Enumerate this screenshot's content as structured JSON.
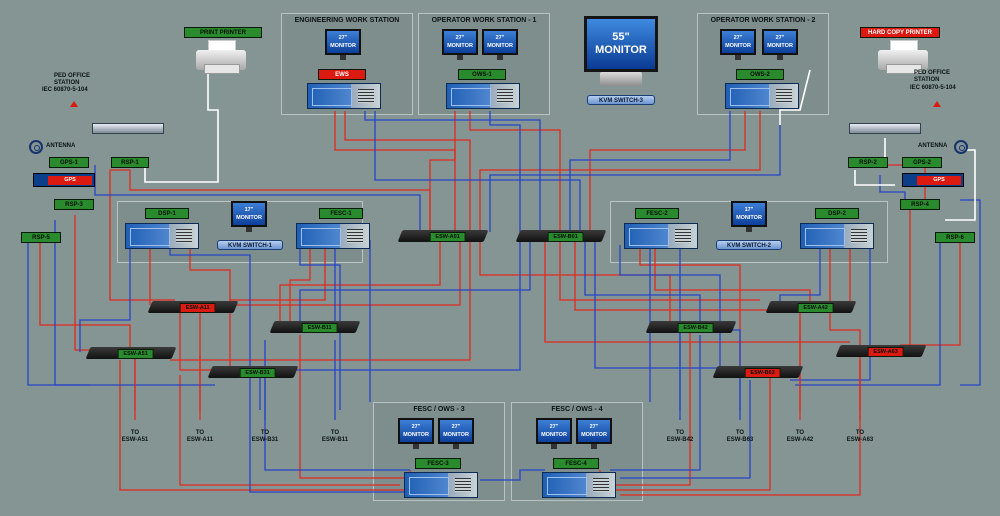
{
  "panels": {
    "ews": "ENGINEERING WORK STATION",
    "ows1": "OPERATOR WORK STATION - 1",
    "ows2": "OPERATOR WORK STATION - 2",
    "fesc3": "FESC / OWS - 3",
    "fesc4": "FESC / OWS - 4"
  },
  "monitors": {
    "small": "27\"\nMONITOR",
    "tiny": "17\"\nMONITOR",
    "big": "55\"\nMONITOR"
  },
  "labels": {
    "print_printer": "PRINT PRINTER",
    "hard_copy_printer": "HARD COPY PRINTER",
    "ews": "EWS",
    "ows1": "OWS-1",
    "ows2": "OWS-2",
    "gps1": "GPS-1",
    "gps2": "GPS-2",
    "rsp1": "RSP-1",
    "rsp2": "RSP-2",
    "rsp3": "RSP-3",
    "rsp4": "RSP-4",
    "rsp5": "RSP-5",
    "rsp6": "RSP-6",
    "dsp1": "DSP-1",
    "fesc1": "FESC-1",
    "fesc2": "FESC-2",
    "dsp2": "DSP-2",
    "fesc3": "FESC-3",
    "fesc4": "FESC-4",
    "gps_red": "GPS"
  },
  "kvm": {
    "k1": "KVM SWITCH-1",
    "k2": "KVM SWITCH-2",
    "k3": "KVM SWITCH-3"
  },
  "switches": {
    "a1": "ESW-A01",
    "b1": "ESW-B01",
    "a11": "ESW-A11",
    "b11": "ESW-B11",
    "a51": "ESW-A51",
    "b31": "ESW-B31",
    "a42": "ESW-A42",
    "b42": "ESW-B42",
    "a63": "ESW-A63",
    "b63": "ESW-B63"
  },
  "ped": {
    "title": "PED OFFICE",
    "station": "STATION",
    "iec": "IEC 60870-5-104",
    "antenna": "ANTENNA"
  },
  "targets": [
    {
      "to": "TO",
      "name": "ESW-A51"
    },
    {
      "to": "TO",
      "name": "ESW-A11"
    },
    {
      "to": "TO",
      "name": "ESW-B31"
    },
    {
      "to": "TO",
      "name": "ESW-B11"
    },
    {
      "to": "TO",
      "name": "ESW-B42"
    },
    {
      "to": "TO",
      "name": "ESW-B63"
    },
    {
      "to": "TO",
      "name": "ESW-A42"
    },
    {
      "to": "TO",
      "name": "ESW-A63"
    }
  ],
  "colors": {
    "background": "#859593",
    "red_link": "#e02a1f",
    "blue_link": "#2644c8",
    "white_link": "#ffffff",
    "label_green": "#2a8a2e",
    "label_red": "#dd1a12"
  }
}
